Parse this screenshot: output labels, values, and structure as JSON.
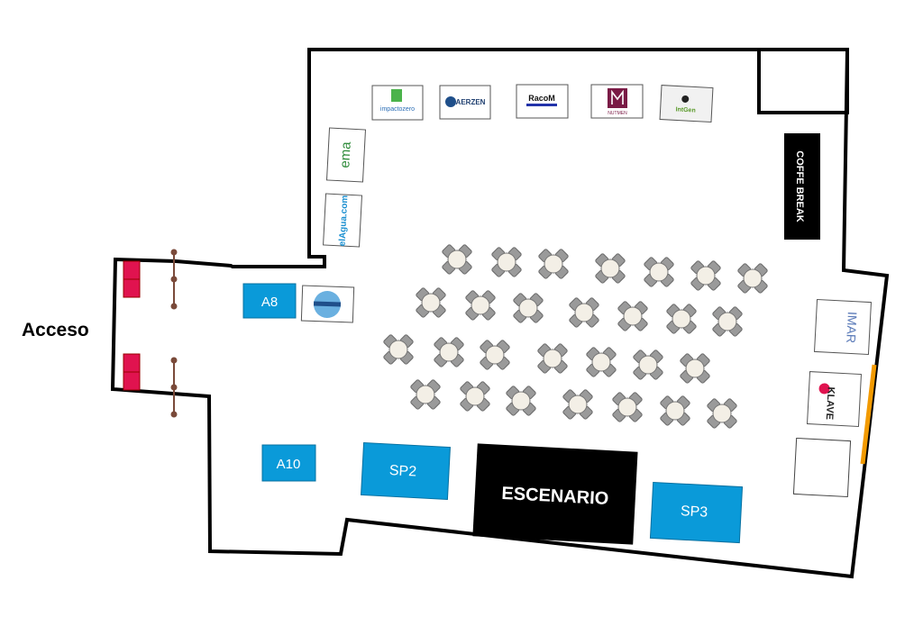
{
  "map": {
    "entrance_label": "Acceso",
    "stage_label": "ESCENARIO",
    "coffee_label": "COFFE BREAK",
    "booths": [
      {
        "id": "A8",
        "label": "A8"
      },
      {
        "id": "A10",
        "label": "A10"
      },
      {
        "id": "SP2",
        "label": "SP2"
      },
      {
        "id": "SP3",
        "label": "SP3"
      }
    ],
    "logos": [
      {
        "name": "impactozero",
        "text": "impactozero"
      },
      {
        "name": "aerzen",
        "text": "AERZEN"
      },
      {
        "name": "racom",
        "text": "RacoM"
      },
      {
        "name": "nutmen",
        "text": "NUTMEN"
      },
      {
        "name": "intgen",
        "text": "IntGen"
      },
      {
        "name": "ema",
        "text": "ema"
      },
      {
        "name": "el-agua",
        "text": "elAgua.com"
      },
      {
        "name": "water-logo",
        "text": ""
      },
      {
        "name": "imar",
        "text": "IMAR"
      },
      {
        "name": "klave",
        "text": "KLAVE"
      }
    ],
    "colors": {
      "booth": "#0a9ad9",
      "door": "#e0134f",
      "accent": "#f29a00",
      "wall": "#000000"
    }
  }
}
